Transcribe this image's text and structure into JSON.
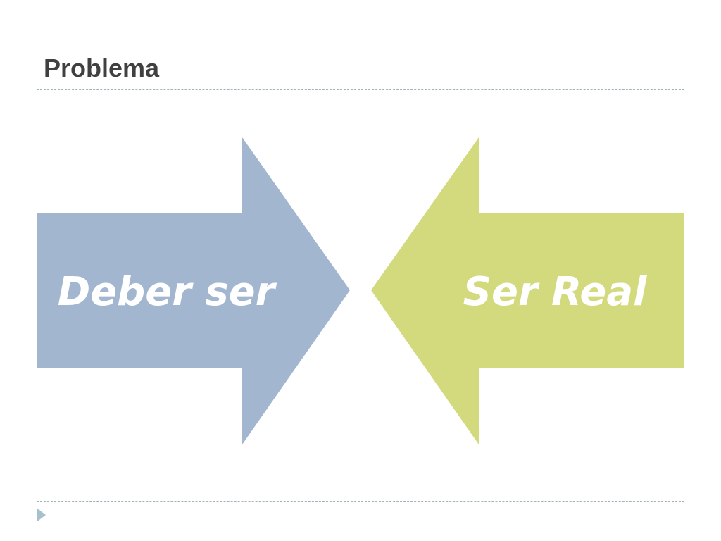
{
  "slide": {
    "title": "Problema"
  },
  "diagram": {
    "left_arrow": {
      "label": "Deber ser",
      "direction": "right",
      "color": "#a2b7cf"
    },
    "right_arrow": {
      "label": "Ser Real",
      "direction": "left",
      "color": "#d3da7e"
    }
  },
  "footer": {
    "marker_icon": "triangle-right-icon",
    "marker_color": "#a8c0cc"
  }
}
